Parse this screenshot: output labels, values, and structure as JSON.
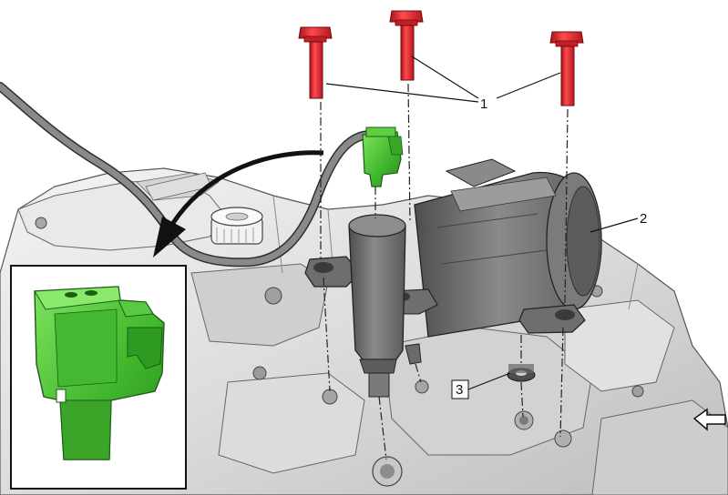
{
  "callouts": {
    "bolts": "1",
    "motor": "2",
    "washer": "3"
  },
  "colors": {
    "bolt": "#d8262c",
    "connector": "#4fc13a",
    "housing": "#e3e3e3",
    "actuator": "#6a6a6a",
    "cable": "#777777"
  },
  "icons": {
    "direction": "hollow-arrow-icon",
    "motion": "curved-arrow-icon"
  }
}
